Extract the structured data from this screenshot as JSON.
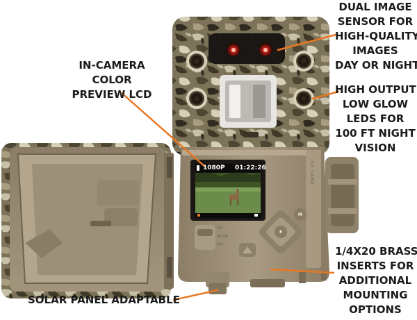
{
  "callouts": {
    "dual_sensor": [
      "DUAL IMAGE",
      "SENSOR FOR",
      "HIGH-QUALITY",
      "IMAGES",
      "DAY OR NIGHT"
    ],
    "lcd": [
      "IN-CAMERA",
      "COLOR",
      "PREVIEW LCD"
    ],
    "leds": [
      "HIGH OUTPUT",
      "LOW GLOW",
      "LEDS FOR",
      "100 FT NIGHT",
      "VISION"
    ],
    "brass": [
      "1/4X20 BRASS",
      "INSERTS FOR",
      "ADDITIONAL",
      "MOUNTING",
      "OPTIONS"
    ],
    "solar": [
      "SOLAR PANEL ADAPTABLE"
    ]
  },
  "screen": {
    "resolution": "1080P",
    "time": "01:22:26"
  },
  "device": {
    "sd_label": "SD CARD",
    "button_m": "M",
    "button_e": "E",
    "switch_labels": [
      "ON",
      "SETUP",
      "OFF"
    ]
  },
  "colors": {
    "accent": "#e87722",
    "text": "#1b1b1b",
    "body": "#9a8c74",
    "camo_dark": "#4c4632",
    "camo_light": "#c8c1aa"
  }
}
